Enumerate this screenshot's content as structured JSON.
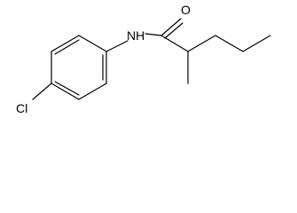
{
  "molecule": {
    "atoms": {
      "oxygen": "O",
      "nitrogen": "NH",
      "chlorine": "Cl"
    }
  }
}
